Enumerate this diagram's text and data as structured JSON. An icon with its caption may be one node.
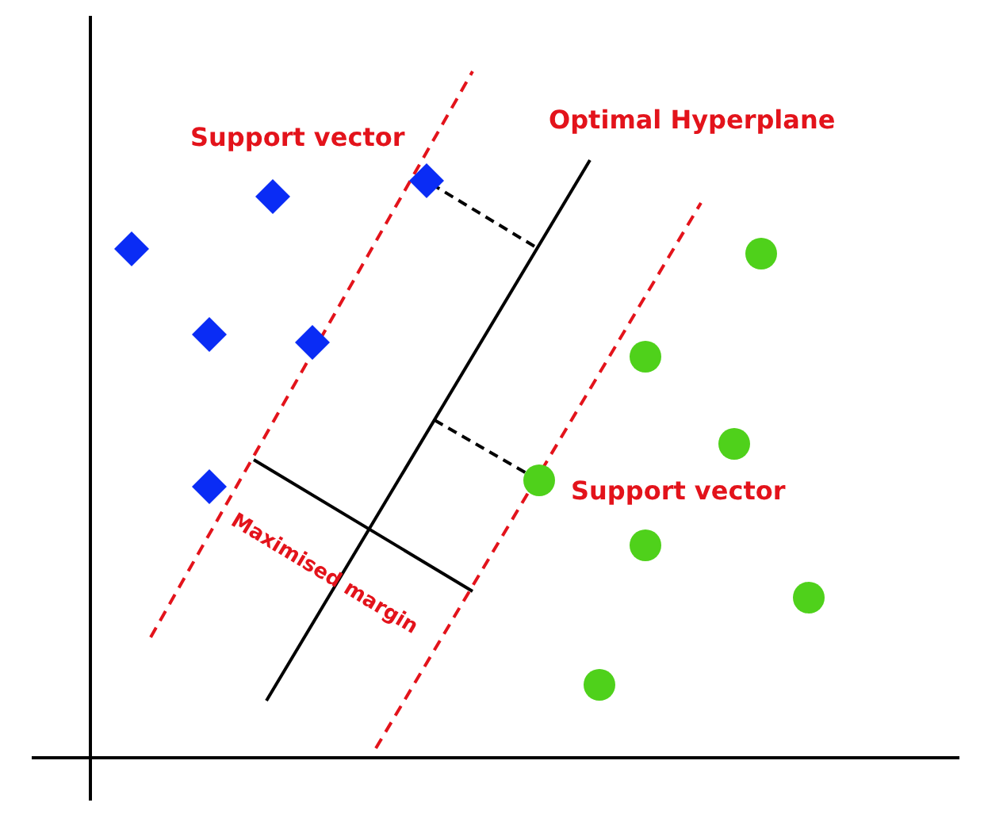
{
  "diagram": {
    "labels": [
      "Support vector",
      "Optimal Hyperplane",
      "Support vector",
      "Maximised margin"
    ]
  }
}
